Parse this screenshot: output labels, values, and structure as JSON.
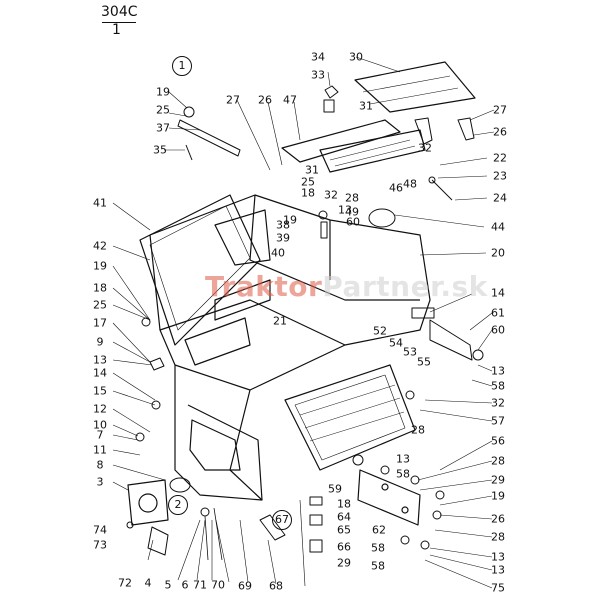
{
  "header": {
    "sheet_code": "304C",
    "sheet_sub": "1"
  },
  "group_markers": [
    "1",
    "2",
    "67"
  ],
  "watermark": {
    "text_a": "Traktor",
    "text_b": "Partner.sk",
    "color_a": "#e05a46",
    "color_b": "#cfcfcf"
  },
  "part_numbers": [
    "34",
    "30",
    "33",
    "19",
    "25",
    "37",
    "35",
    "27",
    "26",
    "47",
    "31",
    "27",
    "26",
    "32",
    "22",
    "23",
    "24",
    "31",
    "25",
    "18",
    "32",
    "28",
    "49",
    "46",
    "48",
    "13",
    "60",
    "44",
    "19",
    "41",
    "38",
    "39",
    "40",
    "20",
    "42",
    "19",
    "18",
    "25",
    "21",
    "14",
    "61",
    "60",
    "52",
    "54",
    "53",
    "55",
    "17",
    "9",
    "13",
    "14",
    "15",
    "12",
    "10",
    "7",
    "11",
    "8",
    "3",
    "13",
    "58",
    "32",
    "57",
    "28",
    "56",
    "13",
    "58",
    "28",
    "29",
    "59",
    "19",
    "18",
    "64",
    "65",
    "66",
    "29",
    "26",
    "62",
    "28",
    "13",
    "58",
    "58",
    "13",
    "75",
    "74",
    "73",
    "72",
    "4",
    "5",
    "6",
    "71",
    "70",
    "69",
    "68"
  ],
  "colors": {
    "ink": "#111111",
    "paper": "#ffffff"
  }
}
